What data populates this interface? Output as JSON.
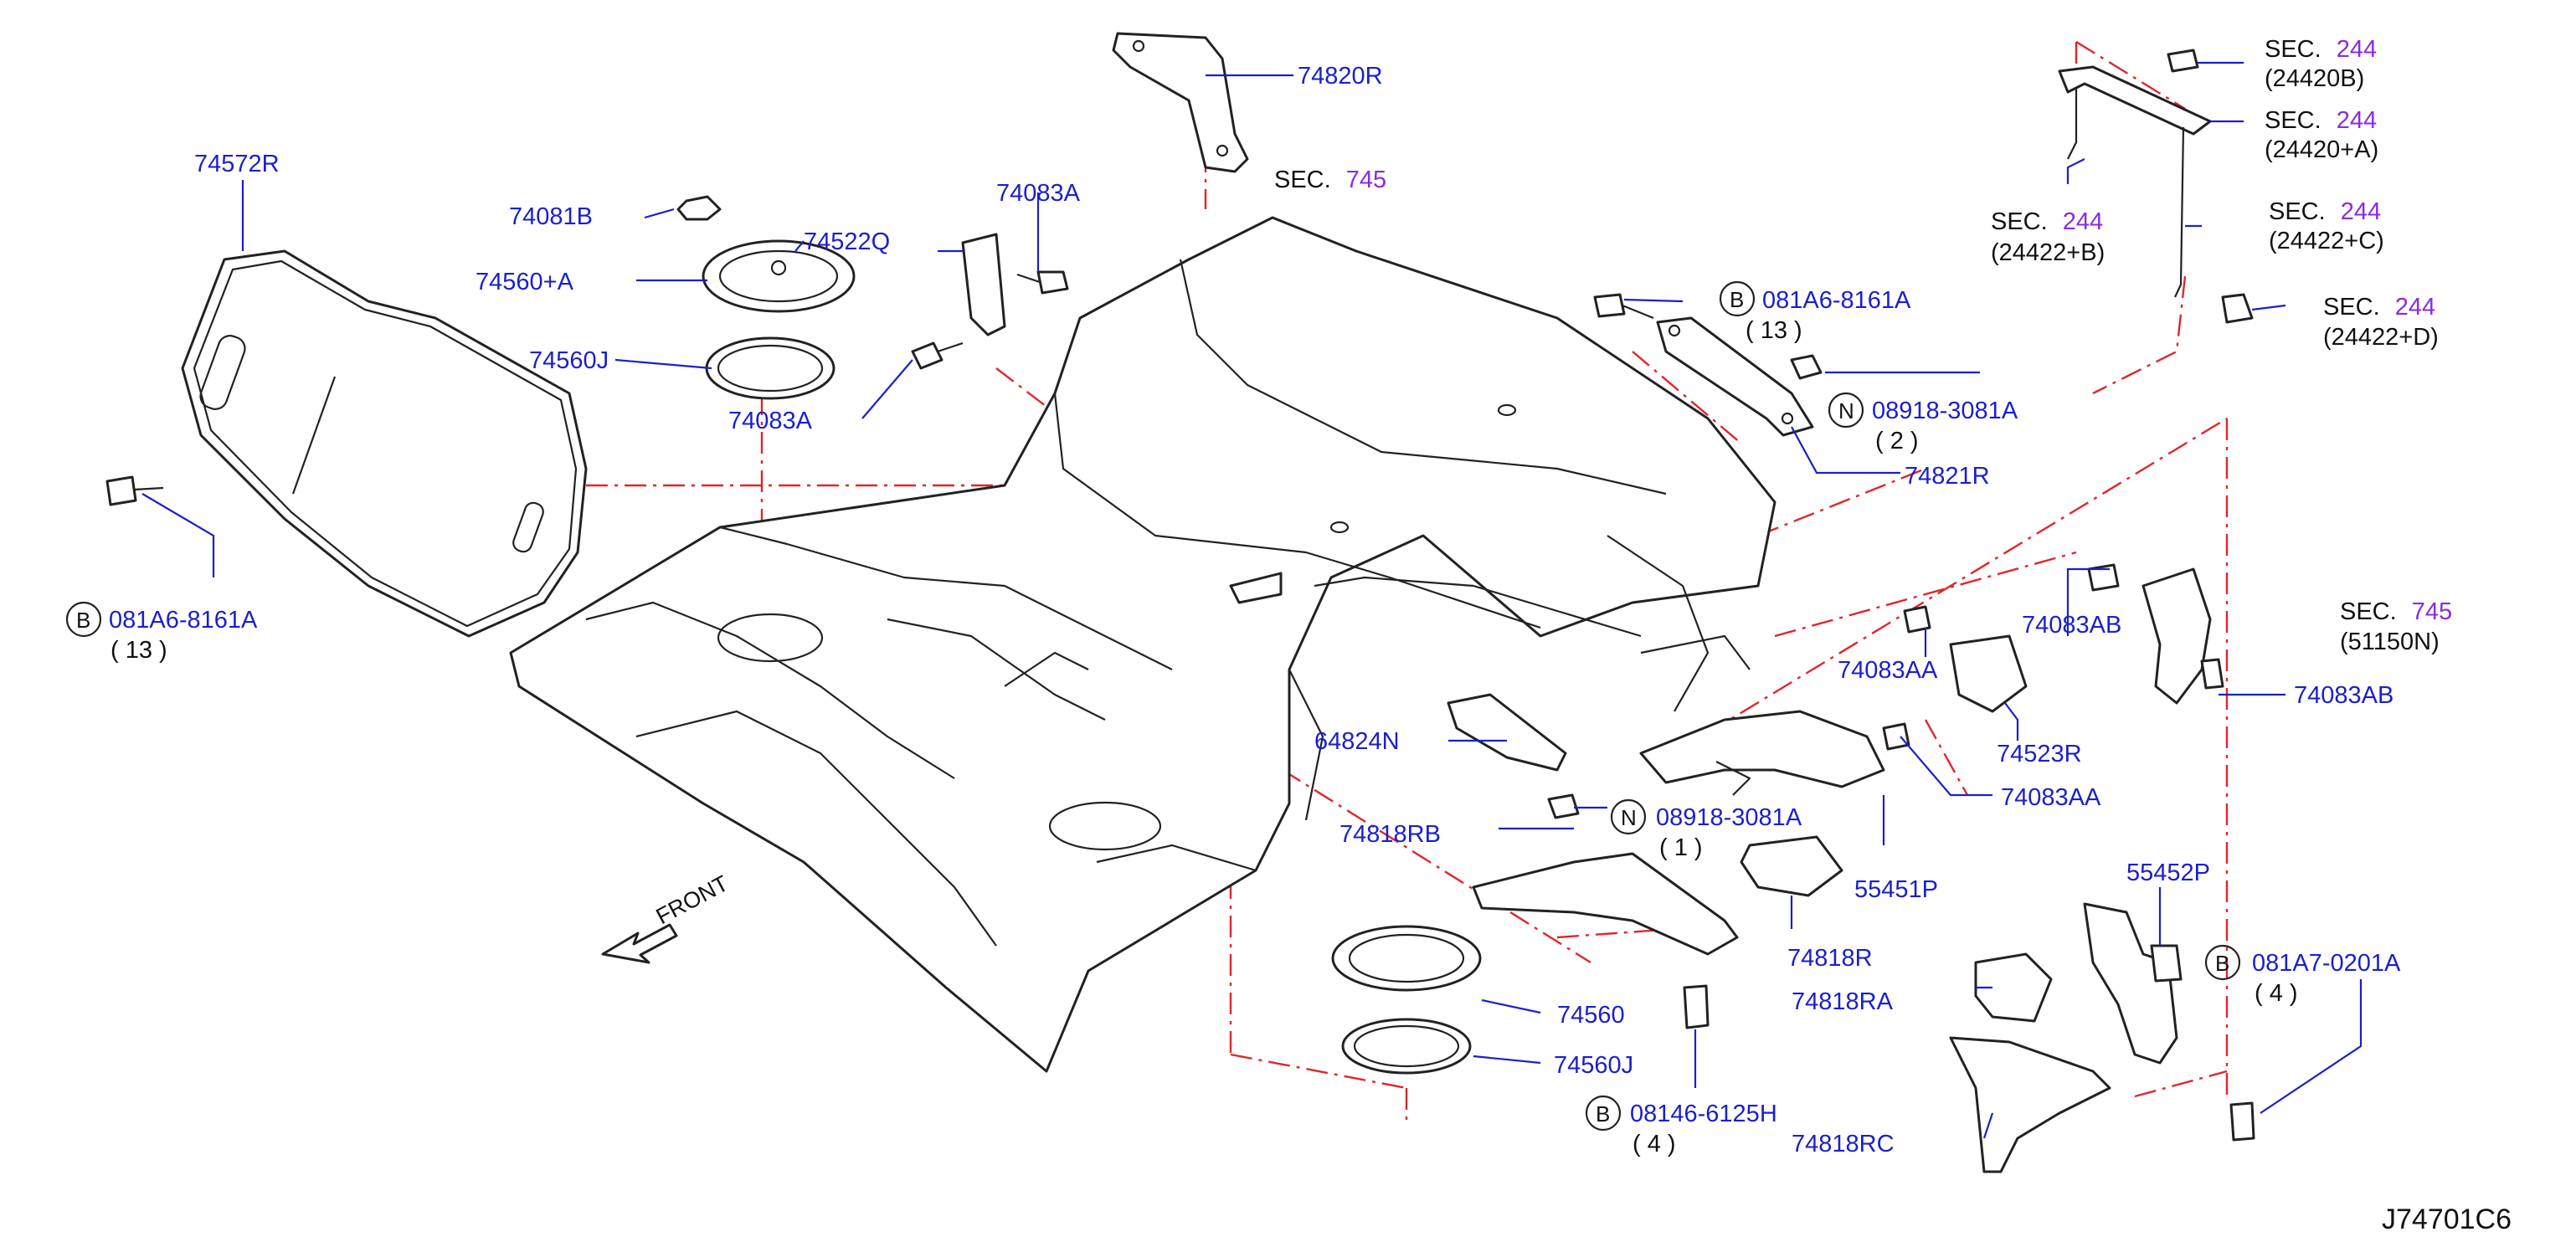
{
  "diagram_id": "J74701C6",
  "front_label": "FRONT",
  "colors": {
    "callout": "#1a1fcc",
    "phantom_line": "#e0262b",
    "section_number": "#8a2be2",
    "line_art": "#222222"
  },
  "markers": {
    "B": "B",
    "N": "N"
  },
  "labels": {
    "74820R": "74820R",
    "74572R": "74572R",
    "74081B": "74081B",
    "74560A": "74560+A",
    "74522Q": "74522Q",
    "74560J_top": "74560J",
    "74083A_top": "74083A",
    "74083A_mid": "74083A",
    "b081A6_left": "081A6-8161A",
    "b081A6_left_qty": "(   13   )",
    "b081A6_right": "081A6-8161A",
    "b081A6_right_qty": "(   13   )",
    "n08918_top": "08918-3081A",
    "n08918_top_qty": "(   2   )",
    "74821R": "74821R",
    "74083AB_top": "74083AB",
    "74083AB_bot": "74083AB",
    "74083AA_top": "74083AA",
    "74083AA_bot": "74083AA",
    "74523R": "74523R",
    "64824N": "64824N",
    "n08918_bot": "08918-3081A",
    "n08918_bot_qty": "(   1   )",
    "74818RB": "74818RB",
    "55451P": "55451P",
    "74818R": "74818R",
    "74818RA": "74818RA",
    "55452P": "55452P",
    "b081A7": "081A7-0201A",
    "b081A7_qty": "(   4   )",
    "74560": "74560",
    "74560J_bot": "74560J",
    "b08146": "08146-6125H",
    "b08146_qty": "(   4   )",
    "74818RC": "74818RC"
  },
  "section_refs": {
    "sec745_top": {
      "prefix": "SEC.",
      "number": "745"
    },
    "sec244_a": {
      "prefix": "SEC.",
      "number": "244",
      "sub": "(24420B)"
    },
    "sec244_b": {
      "prefix": "SEC.",
      "number": "244",
      "sub": "(24420+A)"
    },
    "sec244_c": {
      "prefix": "SEC.",
      "number": "244",
      "sub": "(24422+B)"
    },
    "sec244_d": {
      "prefix": "SEC.",
      "number": "244",
      "sub": "(24422+C)"
    },
    "sec244_e": {
      "prefix": "SEC.",
      "number": "244",
      "sub": "(24422+D)"
    },
    "sec745_right": {
      "prefix": "SEC.",
      "number": "745",
      "sub": "(51150N)"
    }
  }
}
